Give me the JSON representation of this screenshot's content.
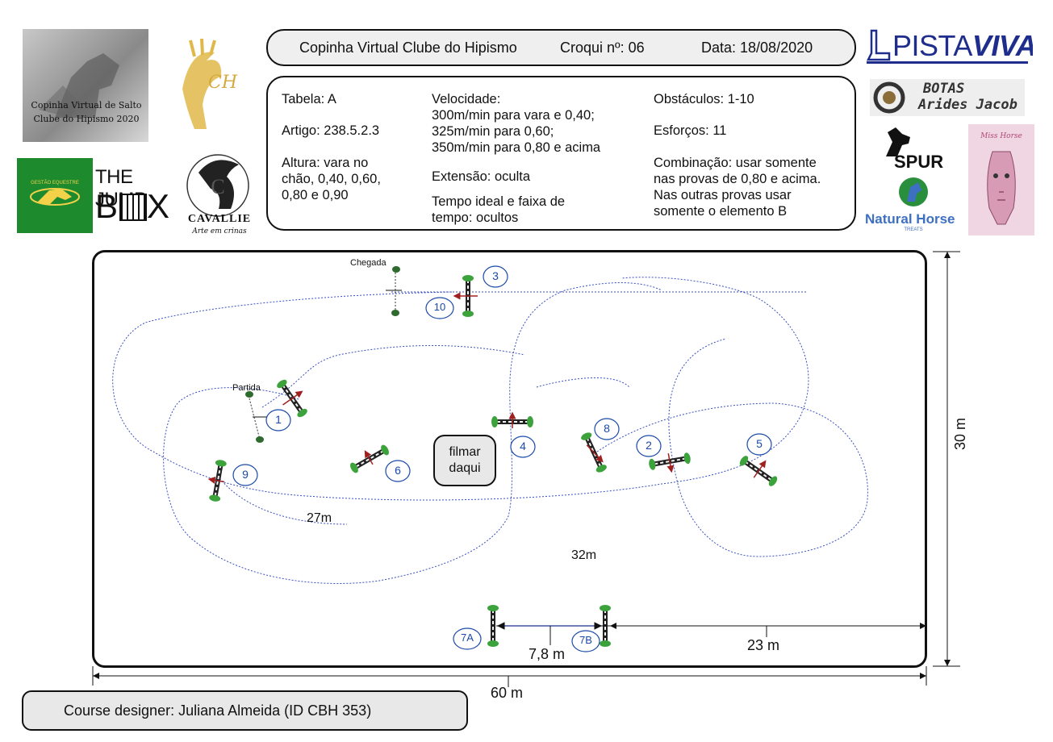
{
  "header": {
    "title": "Copinha Virtual Clube do Hipismo",
    "croqui": "Croqui nº: 06",
    "date": "Data: 18/08/2020"
  },
  "info": {
    "col1": {
      "tabela": "Tabela: A",
      "artigo": "Artigo: 238.5.2.3",
      "altura": "Altura: vara no\nchão, 0,40, 0,60,\n0,80 e 0,90"
    },
    "col2": {
      "velocidade": "Velocidade:\n300m/min para vara e 0,40;\n325m/min para 0,60;\n350m/min para 0,80 e acima",
      "extensao": "Extensão: oculta",
      "tempo": "Tempo ideal e faixa de\ntempo: ocultos"
    },
    "col3": {
      "obstaculos": "Obstáculos: 1-10",
      "esforcos": "Esforços: 11",
      "combinacao": "Combinação: usar somente\nnas provas de 0,80 e acima.\nNas outras provas usar\nsomente o elemento B"
    }
  },
  "logos": {
    "left_top": "Copinha Virtual de Salto\nClube do Hipismo 2020",
    "ch": "CH",
    "gestao": "GESTÃO EQUESTRE",
    "jumpbox_line1": "THE JUMP",
    "jumpbox_line2": "B",
    "jumpbox_line3": "X",
    "cavallie": "CAVALLIE",
    "cavallie_sub": "Arte em crinas",
    "pista_viva_1": "PISTA",
    "pista_viva_2": "VIVA",
    "botas_1": "BOTAS",
    "botas_2": "Arides Jacob",
    "spur": "SPUR",
    "natural_horse": "Natural Horse",
    "natural_horse_sub": "TREATS",
    "miss_horse": "Miss Horse"
  },
  "course": {
    "start_label": "Partida",
    "finish_label": "Chegada",
    "filmar": "filmar\ndaqui",
    "obstacles": [
      "1",
      "2",
      "3",
      "4",
      "5",
      "6",
      "7A",
      "7B",
      "8",
      "9",
      "10"
    ],
    "distances": {
      "d27": "27m",
      "d32": "32m",
      "d78": "7,8 m",
      "d23": "23 m",
      "width": "60 m",
      "height": "30 m"
    }
  },
  "footer": {
    "designer": "Course designer: Juliana Almeida (ID CBH 353)"
  },
  "colors": {
    "route": "#3a4fbf",
    "obstacle_label": "#1a4aa8",
    "pole_green": "#3ca33c",
    "pista_viva": "#1f2d8c",
    "jump_box_green": "#1d8a2e"
  }
}
